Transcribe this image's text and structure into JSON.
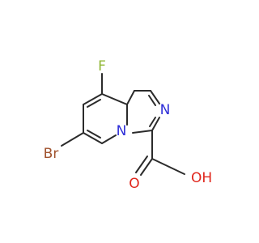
{
  "molecule": {
    "atoms": {
      "F": "F",
      "Br": "Br",
      "N_imidazole": "N",
      "N_bridge": "N",
      "O_carbonyl": "O",
      "OH": "OH"
    },
    "colors": {
      "F": "#8fb634",
      "Br": "#a0522d",
      "N": "#2e2ed8",
      "O": "#e0261c",
      "bond": "#2b2b2b"
    }
  }
}
